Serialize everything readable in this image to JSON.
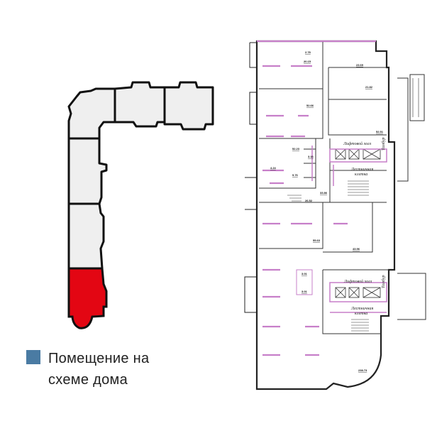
{
  "legend": {
    "line1": "Помещение на",
    "line2": "схеме дома",
    "swatch_color": "#4a7ba3"
  },
  "scheme": {
    "highlight_color": "#e30613",
    "section_fill": "#efefef"
  },
  "plan": {
    "accent_color": "#c77fc9",
    "lift_hall_label": "Лифтовой холл",
    "stair_label_1": "Лестничная",
    "stair_label_2": "клетка",
    "vestibule_label": "Тамбур",
    "areas": [
      "20.15",
      "2.78",
      "23.69",
      "21.82",
      "52.66",
      "52.51",
      "52.23",
      "3.16",
      "4.24",
      "9.76",
      "33.86",
      "26.52",
      "55.63",
      "43.96",
      "3.01",
      "3.01",
      "238.73"
    ]
  }
}
